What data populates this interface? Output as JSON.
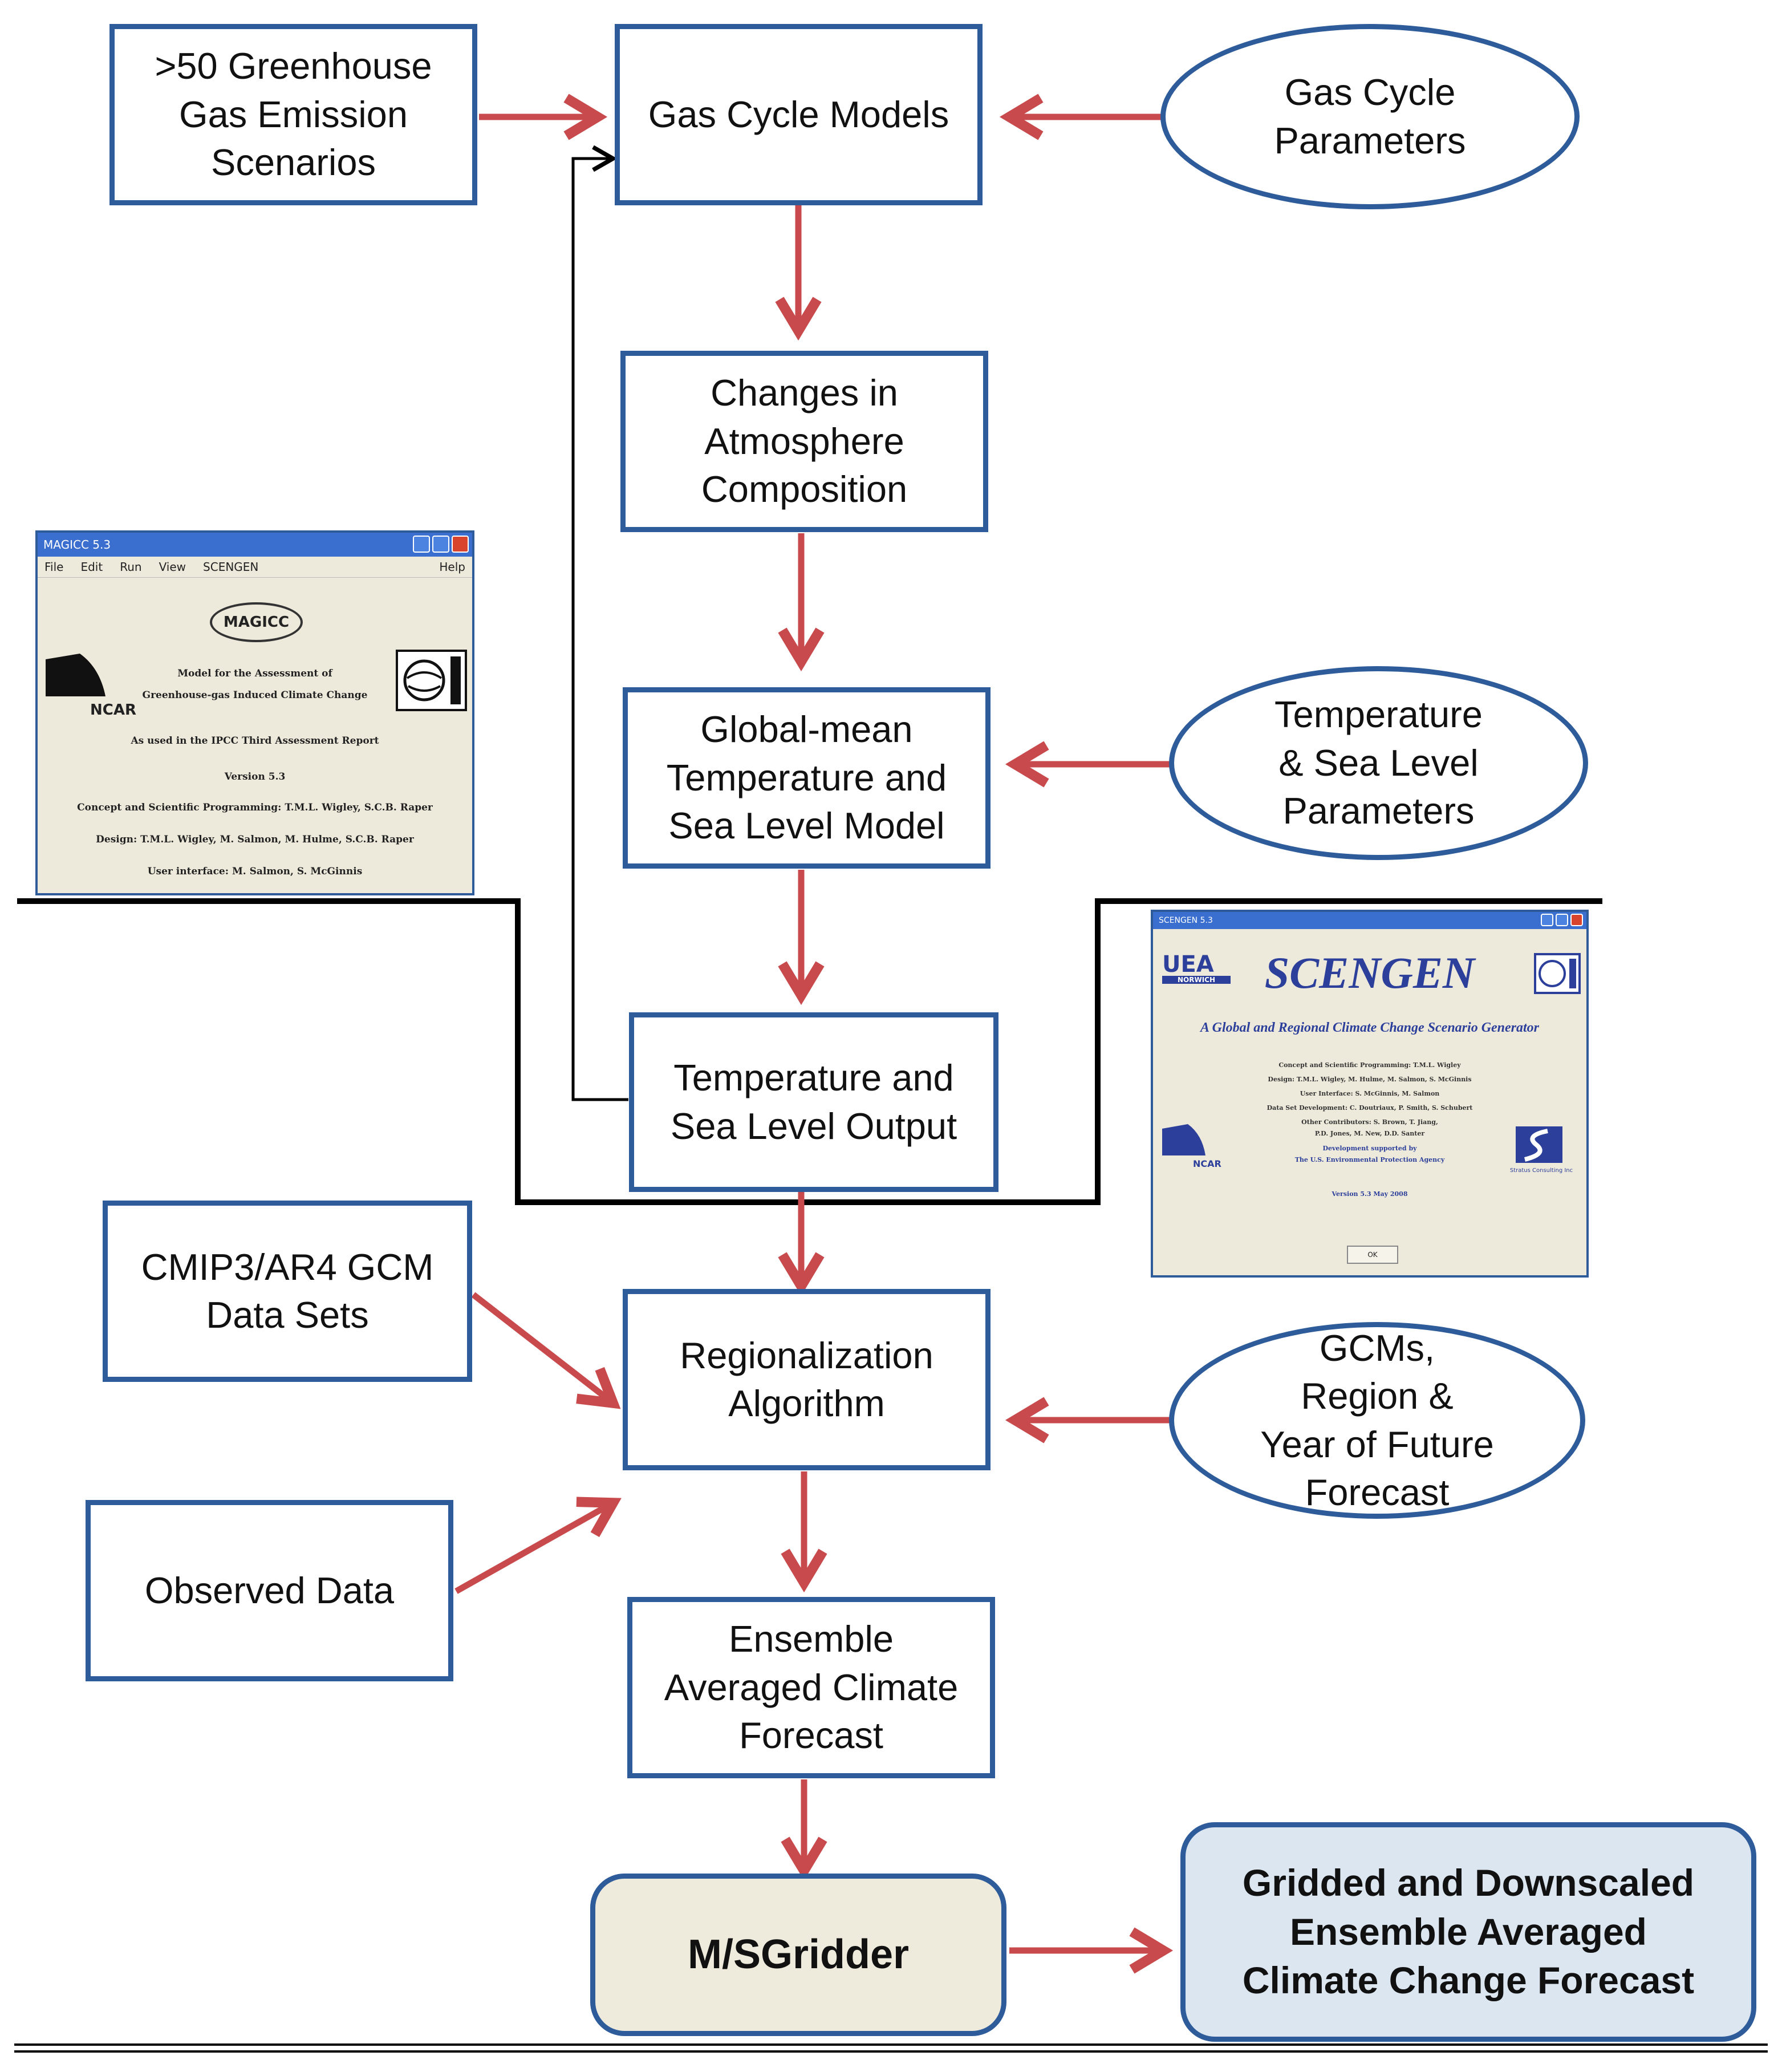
{
  "nodes": {
    "scenarios": ">50 Greenhouse\nGas Emission\nScenarios",
    "gas_cycle_models": "Gas Cycle Models",
    "gas_cycle_parameters": "Gas Cycle\nParameters",
    "atmosphere": "Changes in\nAtmosphere\nComposition",
    "temp_model": "Global-mean\nTemperature and\nSea Level Model",
    "temp_parameters": "Temperature\n& Sea Level\nParameters",
    "temp_output": "Temperature and\nSea Level Output",
    "cmip": "CMIP3/AR4 GCM\nData Sets",
    "regionalization": "Regionalization\nAlgorithm",
    "gcms": "GCMs,\nRegion &\nYear of Future\nForecast",
    "observed": "Observed Data",
    "ensemble": "Ensemble\nAveraged Climate\nForecast",
    "gridder": "M/SGridder",
    "downscaled": "Gridded and Downscaled\nEnsemble Averaged\nClimate Change Forecast"
  },
  "magicc_window": {
    "title": "MAGICC 5.3",
    "menu": [
      "File",
      "Edit",
      "Run",
      "View",
      "SCENGEN"
    ],
    "help": "Help",
    "logo": "MAGICC",
    "ncar": "NCAR",
    "lines": [
      "Model for the Assessment of",
      "Greenhouse-gas Induced Climate Change",
      "As used in the IPCC Third Assessment Report",
      "Version 5.3",
      "Concept and Scientific Programming: T.M.L. Wigley, S.C.B. Raper",
      "Design: T.M.L. Wigley, M. Salmon, M. Hulme, S.C.B. Raper",
      "User interface: M. Salmon, S. McGinnis"
    ]
  },
  "scengen_window": {
    "title": "SCENGEN 5.3",
    "heading": "SCENGEN",
    "subtitle": "A Global and Regional Climate Change Scenario Generator",
    "uea": "UEA",
    "norwich": "NORWICH",
    "ncar": "NCAR",
    "lines": [
      "Concept and Scientific Programming: T.M.L. Wigley",
      "Design: T.M.L. Wigley, M. Hulme, M. Salmon, S. McGinnis",
      "User Interface: S. McGinnis, M. Salmon",
      "Data Set Development: C. Doutriaux, P. Smith, S. Schubert",
      "Other Contributors: S. Brown, T. Jiang,",
      "P.D. Jones, M. New, D.D. Santer",
      "Development supported by",
      "The U.S. Environmental Protection Agency",
      "Version 5.3 May 2008"
    ],
    "stratus": "Stratus Consulting Inc",
    "ok": "OK"
  },
  "colors": {
    "box_border": "#2e5b9a",
    "arrow": "#c94a4c",
    "feedback_line": "#000000",
    "gridder_fill": "#eeebdc",
    "downscaled_fill": "#dce6f1",
    "window_bg": "#eeeadb",
    "titlebar": "#3a6fd0",
    "scengen_text": "#2c3f9a"
  }
}
